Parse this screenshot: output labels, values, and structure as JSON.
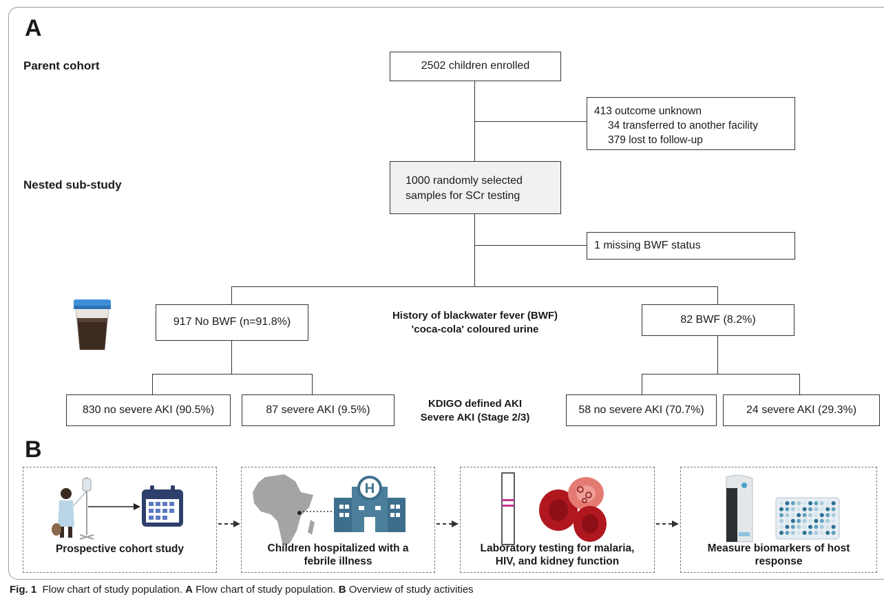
{
  "panel_a": {
    "letter": "A",
    "row_labels": {
      "parent": "Parent cohort",
      "nested": "Nested sub-study"
    },
    "boxes": {
      "enrolled": "2502 children enrolled",
      "outcome_unknown": [
        "413 outcome unknown",
        "34 transferred to another facility",
        "379 lost to follow-up"
      ],
      "selected": [
        "1000 randomly selected",
        "samples for SCr testing"
      ],
      "missing_bwf": "1 missing BWF status",
      "no_bwf": "917 No BWF (n=91.8%)",
      "bwf": "82 BWF (8.2%)",
      "no_bwf_no_severe": "830 no severe AKI (90.5%)",
      "no_bwf_severe": "87 severe AKI (9.5%)",
      "bwf_no_severe": "58 no severe AKI (70.7%)",
      "bwf_severe": "24 severe AKI (29.3%)"
    },
    "notes": {
      "bwf_history": [
        "History of blackwater fever  (BWF)",
        "'coca-cola' coloured urine"
      ],
      "kdigo": [
        "KDIGO defined AKI",
        "Severe AKI (Stage 2/3)"
      ]
    }
  },
  "panel_b": {
    "letter": "B",
    "activities": [
      {
        "label": [
          "Prospective cohort study"
        ],
        "icon": "patient-iv-calendar"
      },
      {
        "label": [
          "Children hospitalized with a",
          "febrile illness"
        ],
        "icon": "africa-hospital"
      },
      {
        "label": [
          "Laboratory testing for malaria,",
          "HIV, and kidney function"
        ],
        "icon": "rdt-red-blood-cells"
      },
      {
        "label": [
          "Measure biomarkers of host",
          "response"
        ],
        "icon": "analyzer-plate"
      }
    ]
  },
  "caption": {
    "fig": "Fig. 1",
    "text1": "  Flow chart of study population. ",
    "a": "A",
    "text2": " Flow chart of study population. ",
    "b": "B",
    "text3": " Overview of study activities"
  },
  "colors": {
    "urine": "#3d2b22",
    "lid": "#3f8fd8",
    "hospital": "#3d6f8c",
    "rbc": "#b0171f",
    "calendar": "#2e3f6b"
  }
}
